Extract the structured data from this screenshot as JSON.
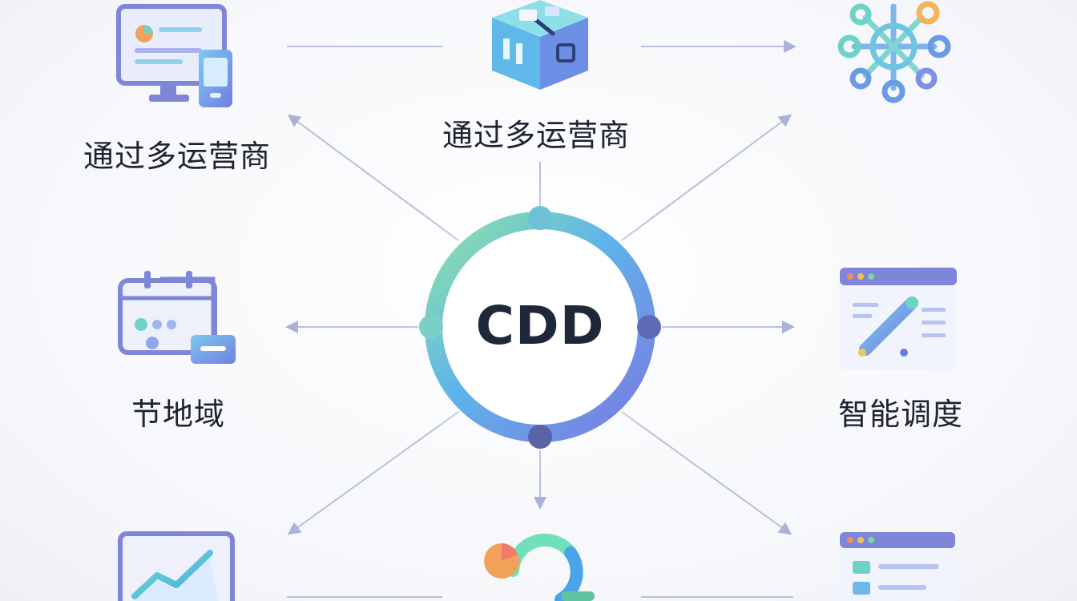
{
  "center": {
    "label": "CDD"
  },
  "nodes": {
    "top_left": {
      "label": "通过多运营商",
      "icon": "monitor-phone-icon"
    },
    "top_center": {
      "label": "通过多运营商",
      "icon": "server-cube-icon"
    },
    "top_right": {
      "label": "",
      "icon": "network-hub-icon"
    },
    "mid_left": {
      "label": "节地域",
      "icon": "calendar-panel-icon"
    },
    "mid_right": {
      "label": "智能调度",
      "icon": "editor-window-icon"
    },
    "bottom_left": {
      "label": "",
      "icon": "trend-chart-icon"
    },
    "bottom_center": {
      "label": "",
      "icon": "refresh-cycle-icon"
    },
    "bottom_right": {
      "label": "",
      "icon": "list-window-icon"
    }
  },
  "colors": {
    "ring_green": "#7fdca0",
    "ring_blue": "#5a8fe6",
    "ring_purple": "#7a7ee0",
    "connector": "#b9bfdc",
    "text": "#1f2330"
  }
}
